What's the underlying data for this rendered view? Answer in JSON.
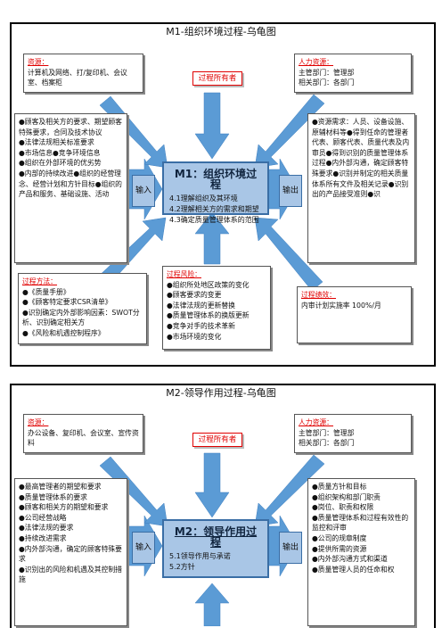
{
  "m1": {
    "title": "M1-组织环境过程-乌龟图",
    "resource_label": "资源：",
    "resource_text": "计算机及网络、打/复印机、会议室、档案柜",
    "hr_label": "人力资源：",
    "hr_lines": [
      "主管部门：管理部",
      "相关部门：各部门"
    ],
    "owner_label": "过程所有者",
    "inputs": [
      "●顾客及相关方的要求、期望顾客特殊要求，合同及技术协议",
      "●法律法规相关标准要求",
      "●市场信息●竞争环境信息",
      "●组织在外部环境的优劣势",
      "●内部的持续改进●组织的经营理念、经营计划和方针目标●组织的产品和服务、基础设施、活动"
    ],
    "outputs": [
      "●资源需求：人员、设备设施、原辅材料等●得到任命的管理者代表、顾客代表、质量代表及内审员●得到识别的质量管理体系过程●内外部沟通，确定顾客特殊要求●识别并制定的相关质量体系所有文件及相关记录●识别出的产品接受准则●识"
    ],
    "in_label": "输入",
    "out_label": "输出",
    "center_title": "M1：组织环境过程",
    "center_items": [
      "4.1理解组织及其环境",
      "4.2理解相关方的需求和期望",
      "4.3确定质量管理体系的范围"
    ],
    "method_label": "过程方法：",
    "method_lines": [
      "●《质量手册》",
      "●《顾客特定要求CSR清单》",
      "●识别确定内外部影响因素：SWOT分析、识别确定相关方",
      "●《风险和机遇控制程序》"
    ],
    "risk_label": "过程风险：",
    "risk_lines": [
      "●组织所处地区政策的变化",
      "●顾客要求的变更",
      "●法律法规的更新替换",
      "●质量管理体系的换版更新",
      "●竞争对手的技术革新",
      "●市场环境的变化"
    ],
    "perf_label": "过程绩效：",
    "perf_text": "内审计划实施率 100%/月"
  },
  "m2": {
    "title": "M2-领导作用过程-乌龟图",
    "resource_label": "资源：",
    "resource_text": "办公设备、复印机、会议室、宣传资料",
    "hr_label": "人力资源：",
    "hr_lines": [
      "主管部门：管理部",
      "相关部门：各部门"
    ],
    "owner_label": "过程所有者",
    "inputs": [
      "●最高管理者的期望和要求",
      "●质量管理体系的要求",
      "●顾客和相关方的期望和要求",
      "●公司经营战略",
      "●法律法规的要求",
      "●持续改进需求",
      "●内外部沟通，确定的顾客特殊要求",
      "●识别出的风险和机遇及其控制措施"
    ],
    "outputs": [
      "●质量方针和目标",
      "●组织架构和部门职责",
      "●岗位、职责和权限",
      "●质量管理体系和过程有效性的监控和评审",
      "●公司的规章制度",
      "●提供所需的资源",
      "●内外部沟通方式和渠道",
      "●质量管理人员的任命和权"
    ],
    "in_label": "输入",
    "out_label": "输出",
    "center_title": "M2：领导作用过程",
    "center_items": [
      "5.1领导作用与承诺",
      "5.2方针"
    ]
  },
  "colors": {
    "arrow": "#5b9bd5",
    "center_fill": "#a9c6e6",
    "red": "#e00000"
  }
}
